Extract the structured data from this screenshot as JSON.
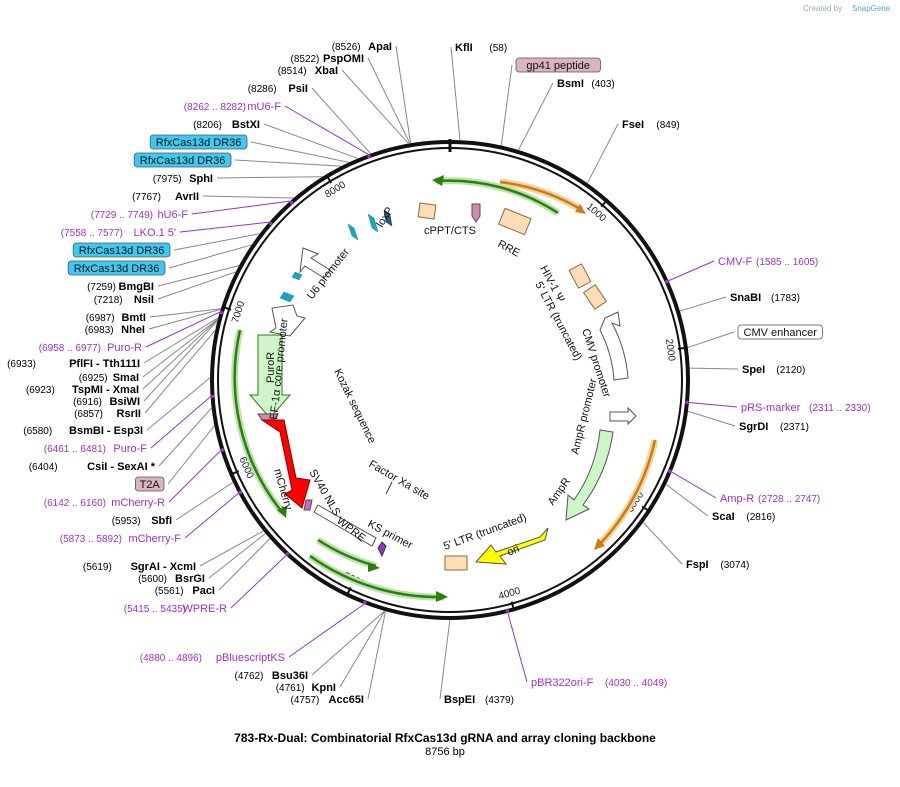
{
  "brand": {
    "created_by": "Created by",
    "logo": "SnapGene"
  },
  "title": "783-Rx-Dual: Combinatorial RfxCas13d gRNA and array cloning backbone",
  "length_label": "8756 bp",
  "total_bp": 8756,
  "scale_ticks": [
    1000,
    2000,
    3000,
    4000,
    5000,
    6000,
    7000,
    8000
  ],
  "features": {
    "cppt_cts": "cPPT/CTS",
    "rre": "RRE",
    "loxp": "loxP",
    "u6_promoter": "U6 promoter",
    "hiv_psi": "HIV-1 Ψ",
    "ltr5_truncated": "5' LTR (truncated)",
    "cmv_promoter": "CMV promoter",
    "ampr_promoter": "AmpR promoter",
    "ampr": "AmpR",
    "ori": "ori",
    "ef1a_core_promoter": "EF-1α core promoter",
    "puror": "PuroR",
    "mcherry": "mCherry",
    "sv40_nls": "SV40 NLS",
    "wpre": "WPRE",
    "ks_primer": "KS primer",
    "factor_xa_site": "Factor Xa site",
    "kozak_sequence": "Kozak sequence"
  },
  "sites": [
    {
      "name": "ApaI",
      "pos": "(8526)",
      "bp": 8526,
      "kind": "enzyme"
    },
    {
      "name": "PspOMI",
      "pos": "(8522)",
      "bp": 8522,
      "kind": "enzyme"
    },
    {
      "name": "XbaI",
      "pos": "(8514)",
      "bp": 8514,
      "kind": "enzyme"
    },
    {
      "name": "PsiI",
      "pos": "(8286)",
      "bp": 8286,
      "kind": "enzyme"
    },
    {
      "name": "mU6-F",
      "pos": "(8262 .. 8282)",
      "bp": 8272,
      "kind": "primer"
    },
    {
      "name": "BstXI",
      "pos": "(8206)",
      "bp": 8206,
      "kind": "enzyme"
    },
    {
      "name": "RfxCas13d DR36",
      "pos": "",
      "bp": 8150,
      "kind": "feature"
    },
    {
      "name": "RfxCas13d DR36",
      "pos": "",
      "bp": 8100,
      "kind": "feature"
    },
    {
      "name": "SphI",
      "pos": "(7975)",
      "bp": 7975,
      "kind": "enzyme"
    },
    {
      "name": "AvrII",
      "pos": "(7767)",
      "bp": 7767,
      "kind": "enzyme"
    },
    {
      "name": "hU6-F",
      "pos": "(7729 .. 7749)",
      "bp": 7739,
      "kind": "primer"
    },
    {
      "name": "LKO.1 5'",
      "pos": "(7558 .. 7577)",
      "bp": 7567,
      "kind": "primer"
    },
    {
      "name": "RfxCas13d DR36",
      "pos": "",
      "bp": 7480,
      "kind": "feature"
    },
    {
      "name": "RfxCas13d DR36",
      "pos": "",
      "bp": 7400,
      "kind": "feature"
    },
    {
      "name": "BmgBI",
      "pos": "(7259)",
      "bp": 7259,
      "kind": "enzyme"
    },
    {
      "name": "NsiI",
      "pos": "(7218)",
      "bp": 7218,
      "kind": "enzyme"
    },
    {
      "name": "BmtI",
      "pos": "(6987)",
      "bp": 6987,
      "kind": "enzyme"
    },
    {
      "name": "NheI",
      "pos": "(6983)",
      "bp": 6983,
      "kind": "enzyme"
    },
    {
      "name": "Puro-R",
      "pos": "(6958 .. 6977)",
      "bp": 6967,
      "kind": "primer"
    },
    {
      "name": "PflFI - Tth111I",
      "pos": "(6933)",
      "bp": 6933,
      "kind": "enzyme"
    },
    {
      "name": "SmaI",
      "pos": "(6925)",
      "bp": 6925,
      "kind": "enzyme"
    },
    {
      "name": "TspMI - XmaI",
      "pos": "(6923)",
      "bp": 6923,
      "kind": "enzyme"
    },
    {
      "name": "BsiWI",
      "pos": "(6916)",
      "bp": 6916,
      "kind": "enzyme"
    },
    {
      "name": "RsrII",
      "pos": "(6857)",
      "bp": 6857,
      "kind": "enzyme"
    },
    {
      "name": "BsmBI - Esp3I",
      "pos": "(6580)",
      "bp": 6580,
      "kind": "enzyme"
    },
    {
      "name": "Puro-F",
      "pos": "(6461 .. 6481)",
      "bp": 6471,
      "kind": "primer"
    },
    {
      "name": "CsiI - SexAI *",
      "pos": "(6404)",
      "bp": 6404,
      "kind": "enzyme"
    },
    {
      "name": "T2A",
      "pos": "",
      "bp": 6300,
      "kind": "feature-pink"
    },
    {
      "name": "mCherry-R",
      "pos": "(6142 .. 6160)",
      "bp": 6151,
      "kind": "primer"
    },
    {
      "name": "SbfI",
      "pos": "(5953)",
      "bp": 5953,
      "kind": "enzyme"
    },
    {
      "name": "mCherry-F",
      "pos": "(5873 .. 5892)",
      "bp": 5882,
      "kind": "primer"
    },
    {
      "name": "SgrAI - XcmI",
      "pos": "(5619)",
      "bp": 5619,
      "kind": "enzyme"
    },
    {
      "name": "BsrGI",
      "pos": "(5600)",
      "bp": 5600,
      "kind": "enzyme"
    },
    {
      "name": "PacI",
      "pos": "(5561)",
      "bp": 5561,
      "kind": "enzyme"
    },
    {
      "name": "WPRE-R",
      "pos": "(5415 .. 5435)",
      "bp": 5425,
      "kind": "primer"
    },
    {
      "name": "pBluescriptKS",
      "pos": "(4880 .. 4896)",
      "bp": 4888,
      "kind": "primer"
    },
    {
      "name": "Bsu36I",
      "pos": "(4762)",
      "bp": 4762,
      "kind": "enzyme"
    },
    {
      "name": "KpnI",
      "pos": "(4761)",
      "bp": 4761,
      "kind": "enzyme"
    },
    {
      "name": "Acc65I",
      "pos": "(4757)",
      "bp": 4757,
      "kind": "enzyme"
    },
    {
      "name": "BspEI",
      "pos": "(4379)",
      "bp": 4379,
      "kind": "enzyme"
    },
    {
      "name": "pBR322ori-F",
      "pos": "(4030 .. 4049)",
      "bp": 4039,
      "kind": "primer"
    },
    {
      "name": "FspI",
      "pos": "(3074)",
      "bp": 3074,
      "kind": "enzyme"
    },
    {
      "name": "ScaI",
      "pos": "(2816)",
      "bp": 2816,
      "kind": "enzyme"
    },
    {
      "name": "Amp-R",
      "pos": "(2728 .. 2747)",
      "bp": 2737,
      "kind": "primer"
    },
    {
      "name": "SgrDI",
      "pos": "(2371)",
      "bp": 2371,
      "kind": "enzyme"
    },
    {
      "name": "pRS-marker",
      "pos": "(2311 .. 2330)",
      "bp": 2320,
      "kind": "primer"
    },
    {
      "name": "SpeI",
      "pos": "(2120)",
      "bp": 2120,
      "kind": "enzyme"
    },
    {
      "name": "CMV enhancer",
      "pos": "",
      "bp": 2000,
      "kind": "feature-white"
    },
    {
      "name": "SnaBI",
      "pos": "(1783)",
      "bp": 1783,
      "kind": "enzyme"
    },
    {
      "name": "CMV-F",
      "pos": "(1585 .. 1605)",
      "bp": 1595,
      "kind": "primer"
    },
    {
      "name": "FseI",
      "pos": "(849)",
      "bp": 849,
      "kind": "enzyme"
    },
    {
      "name": "BsmI",
      "pos": "(403)",
      "bp": 403,
      "kind": "enzyme"
    },
    {
      "name": "gp41 peptide",
      "pos": "",
      "bp": 300,
      "kind": "feature-pink"
    },
    {
      "name": "KflI",
      "pos": "(58)",
      "bp": 58,
      "kind": "enzyme"
    }
  ]
}
